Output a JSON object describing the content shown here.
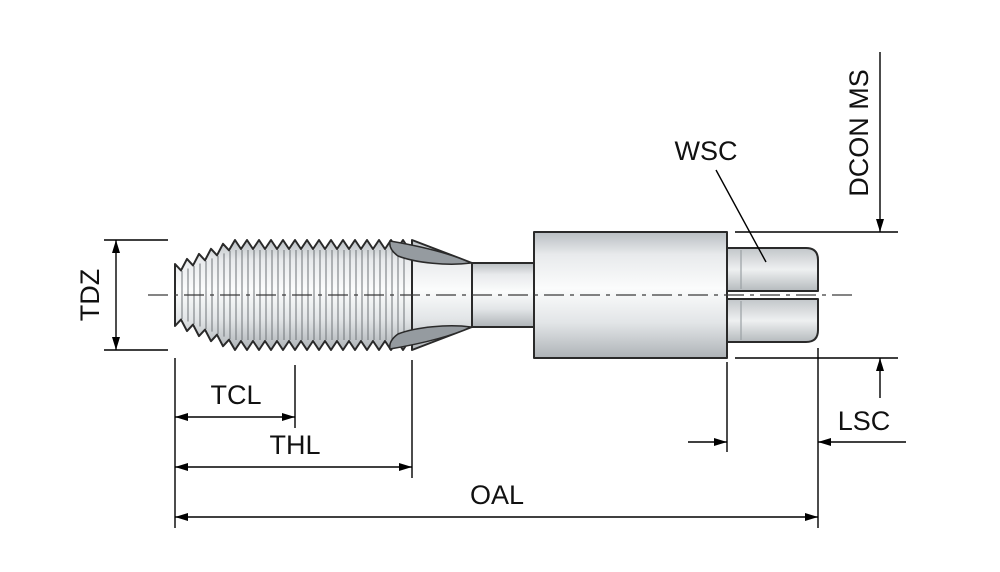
{
  "diagram": {
    "type": "technical-drawing",
    "subject": "hand tap side view with dimension callouts",
    "labels": {
      "tdz": "TDZ",
      "tcl": "TCL",
      "thl": "THL",
      "oal": "OAL",
      "wsc": "WSC",
      "lsc": "LSC",
      "dcon_ms": "DCON MS"
    },
    "colors": {
      "line": "#1a1a1a",
      "body_light": "#fbfcfc",
      "body_dark": "#aeb3b7",
      "hatch": "#6f7478",
      "flute": "#959ba0",
      "background": "#ffffff"
    }
  }
}
